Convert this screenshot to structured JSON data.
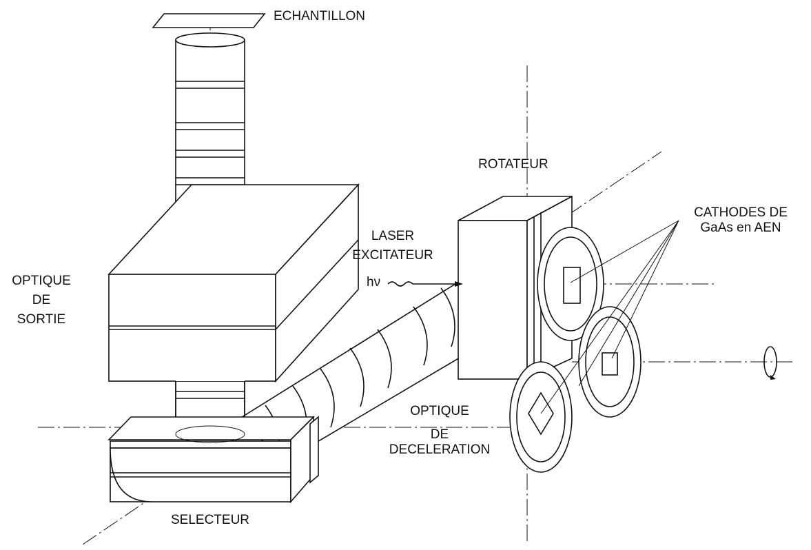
{
  "labels": {
    "echantillon": "ECHANTILLON",
    "rotateur": "ROTATEUR",
    "cathodes_line1": "CATHODES DE",
    "cathodes_line2": "GaAs en AEN",
    "laser_line1": "LASER",
    "laser_line2": "EXCITATEUR",
    "hv": "hν",
    "optique_sortie_line1": "OPTIQUE",
    "optique_sortie_line2": "DE",
    "optique_sortie_line3": "SORTIE",
    "optique_decel_line1": "OPTIQUE",
    "optique_decel_line2": "DE",
    "optique_decel_line3": "DECELERATION",
    "selecteur": "SELECTEUR"
  }
}
